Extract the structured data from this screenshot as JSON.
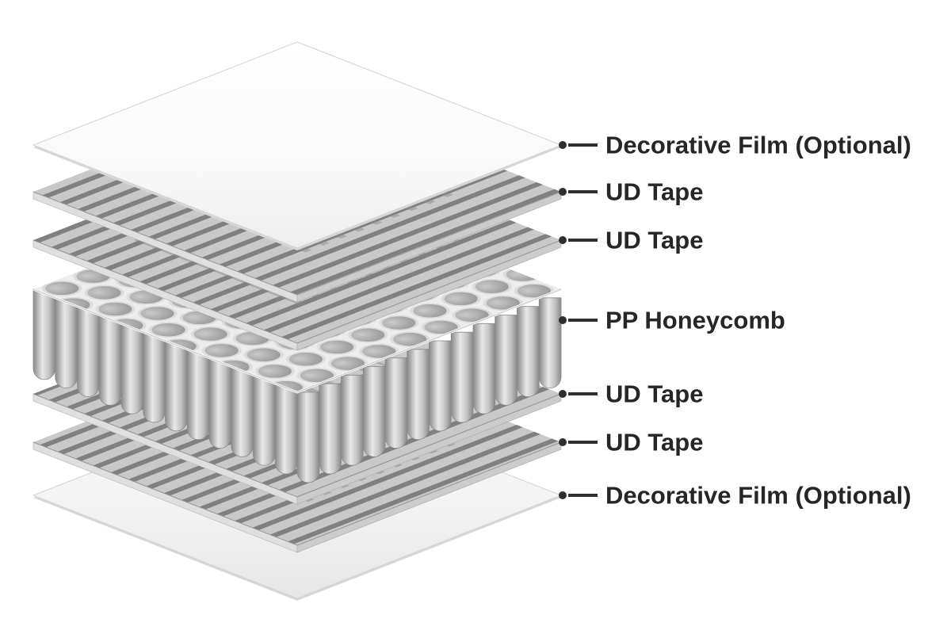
{
  "diagram": {
    "layers": [
      {
        "id": "film-top",
        "label": "Decorative Film (Optional)"
      },
      {
        "id": "ud-tape-1",
        "label": "UD Tape"
      },
      {
        "id": "ud-tape-2",
        "label": "UD Tape"
      },
      {
        "id": "pp-honeycomb",
        "label": "PP Honeycomb"
      },
      {
        "id": "ud-tape-3",
        "label": "UD Tape"
      },
      {
        "id": "ud-tape-4",
        "label": "UD Tape"
      },
      {
        "id": "film-bottom",
        "label": "Decorative Film (Optional)"
      }
    ],
    "colors": {
      "background": "#ffffff",
      "label_text": "#262626",
      "leader": "#2e2e2e",
      "tape_face": "#c9c9c9",
      "tape_stripe": "#787878",
      "honeycomb_face": "#ececec",
      "honeycomb_tube": "#b9b9b9",
      "film": "#fafafa"
    }
  }
}
